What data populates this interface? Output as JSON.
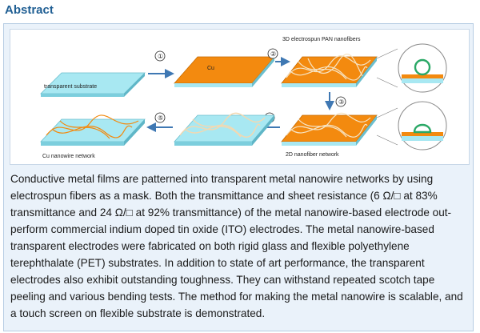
{
  "section": {
    "heading": "Abstract"
  },
  "figure": {
    "steps": [
      "①",
      "②",
      "③",
      "④",
      "⑤"
    ],
    "labels": {
      "cu_layer": "Cu",
      "transparent_substrate": "transparent substrate",
      "pan_nanofibers": "3D electrospun PAN nanofibers",
      "nanofiber_network": "2D nanofiber network",
      "cu_nanowire_network": "Cu nanowire network"
    },
    "colors": {
      "substrate": "#a8e8f2",
      "copper": "#f38a0f",
      "arrow": "#3f78b3",
      "fiber": "#e8c493"
    }
  },
  "abstract_text": "Conductive metal films are patterned into transparent metal nanowire networks by using electrospun fibers as a mask. Both the transmittance and sheet resistance (6 Ω/□ at 83% transmittance and 24 Ω/□ at 92% transmittance) of the metal nanowire-based electrode out-perform commercial indium doped tin oxide (ITO) electrodes. The metal nanowire-based transparent electrodes were fabricated on both rigid glass and flexible polyethylene terephthalate (PET) substrates. In addition to state of art performance, the transparent electrodes also exhibit outstanding toughness. They can withstand repeated scotch tape peeling and various bending tests. The method for making the metal nanowire is scalable, and a touch screen on flexible substrate is demonstrated."
}
